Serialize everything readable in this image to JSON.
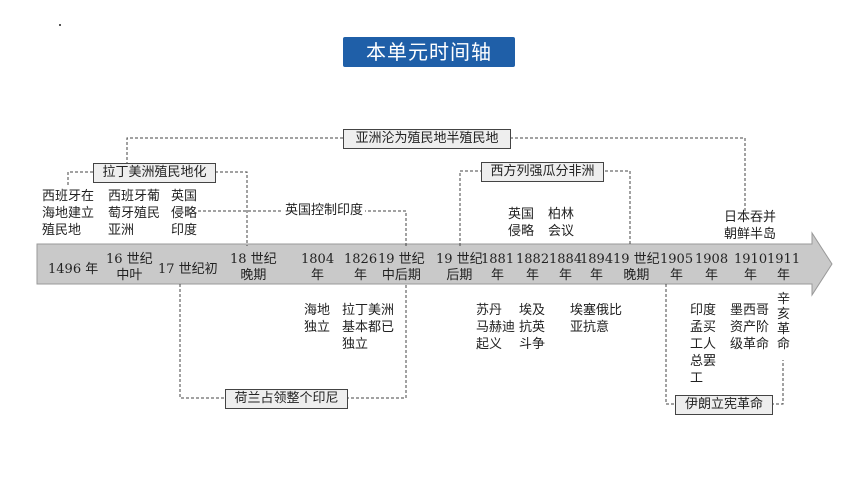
{
  "title": "本单元时间轴",
  "boxes": {
    "asia": "亚洲沦为殖民地半殖民地",
    "latin": "拉丁美洲殖民地化",
    "africa": "西方列强瓜分非洲",
    "netherlands": "荷兰占领整个印尼",
    "iran": "伊朗立宪革命"
  },
  "labels": {
    "india_control": "英国控制印度",
    "above": [
      [
        "西班牙在",
        "海地建立",
        "殖民地"
      ],
      [
        "西班牙葡",
        "萄牙殖民",
        "亚洲"
      ],
      [
        "英国",
        "侵略",
        "印度"
      ],
      [
        "英国",
        "侵略"
      ],
      [
        "柏林",
        "会议"
      ],
      [
        "日本吞并",
        "朝鲜半岛"
      ]
    ],
    "below": [
      [
        "海地",
        "独立"
      ],
      [
        "拉丁美洲",
        "基本都已",
        "独立"
      ],
      [
        "苏丹",
        "马赫迪",
        "起义"
      ],
      [
        "埃及",
        "抗英",
        "斗争"
      ],
      [
        "埃塞俄比",
        "亚抗意"
      ],
      [
        "印度",
        "孟买",
        "工人",
        "总罢",
        "工"
      ],
      [
        "墨西哥",
        "资产阶",
        "级革命"
      ],
      [
        "辛",
        "亥",
        "革",
        "命"
      ]
    ]
  },
  "axis": [
    [
      "1496 年"
    ],
    [
      "16 世纪",
      "中叶"
    ],
    [
      "17 世纪初"
    ],
    [
      "18 世纪",
      "晚期"
    ],
    [
      "1804",
      "年"
    ],
    [
      "1826",
      "年"
    ],
    [
      "19 世纪",
      "中后期"
    ],
    [
      "19 世纪",
      "后期"
    ],
    [
      "1881",
      "年"
    ],
    [
      "1882",
      "年"
    ],
    [
      "1884",
      "年"
    ],
    [
      "1894",
      "年"
    ],
    [
      "19 世纪",
      "晚期"
    ],
    [
      "1905",
      "年"
    ],
    [
      "1908",
      "年"
    ],
    [
      "1910",
      "年"
    ],
    [
      "1911",
      "年"
    ]
  ],
  "colors": {
    "title_bg": "#1f5fa8",
    "axis": "#c9c9c9",
    "box_bg": "#eeeeee"
  }
}
